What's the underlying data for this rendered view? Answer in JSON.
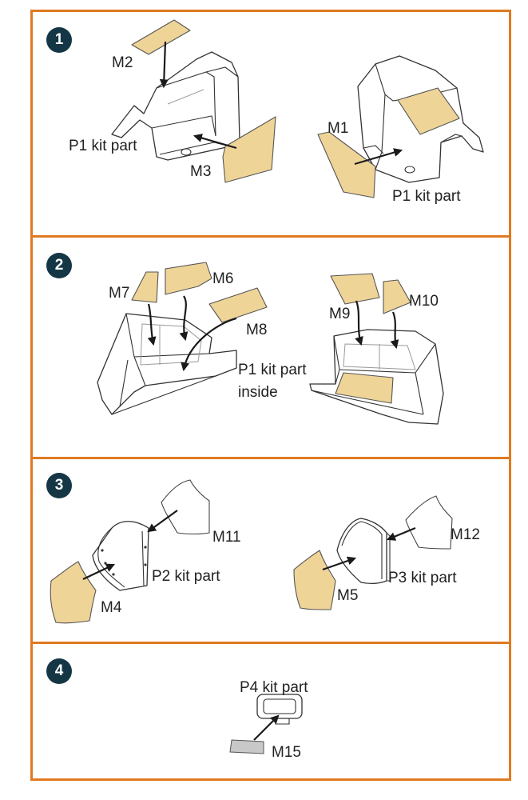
{
  "steps": [
    {
      "number": "1",
      "labels": {
        "m2": "M2",
        "p1_left": "P1 kit part",
        "m3": "M3",
        "m1": "M1",
        "p1_right": "P1 kit part"
      }
    },
    {
      "number": "2",
      "labels": {
        "m7": "M7",
        "m6": "M6",
        "m8": "M8",
        "p1_inside_1": "P1 kit part",
        "p1_inside_2": "inside",
        "m9": "M9",
        "m10": "M10"
      }
    },
    {
      "number": "3",
      "labels": {
        "m11": "M11",
        "p2": "P2 kit part",
        "m4": "M4",
        "m12": "M12",
        "p3": "P3 kit part",
        "m5": "M5"
      }
    },
    {
      "number": "4",
      "labels": {
        "p4": "P4 kit part",
        "m15": "M15"
      }
    }
  ],
  "colors": {
    "frame": "#e07a1f",
    "badge": "#153745",
    "tan_part": "#efd498",
    "grey_part": "#c8c8c8"
  }
}
